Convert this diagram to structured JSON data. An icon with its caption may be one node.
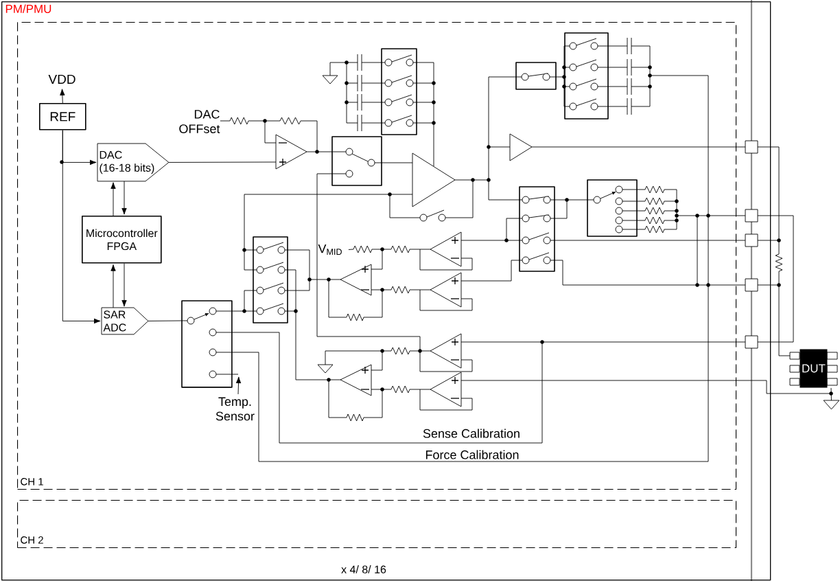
{
  "diagram": {
    "nodes": [
      {
        "text": [
          "PM/PMU"
        ]
      },
      {
        "text": [
          "CH 1"
        ],
        "in": 0
      },
      {
        "text": [
          "CH 2"
        ],
        "in": 0
      },
      {
        "text": [
          "VDD"
        ],
        "in": 1
      },
      {
        "text": [
          "REF"
        ],
        "in": 1
      },
      {
        "text": [
          "DAC",
          "(16-18 bits)"
        ],
        "in": 1
      },
      {
        "text": [
          "Microcontroller FPGA"
        ],
        "in": 1
      },
      {
        "text": [
          "SAR ADC"
        ],
        "in": 1
      },
      {
        "text": [
          "DAC OFFset"
        ],
        "in": 1
      },
      {
        "text": [
          "Temp. Sensor"
        ],
        "in": 1
      },
      {
        "text": [
          "V$_{MID}$"
        ],
        "in": 1
      },
      {
        "text": [
          "DUT"
        ]
      },
      {
        "text": [],
        "shape": "ground"
      },
      {
        "text": [],
        "shape": "box",
        "in": 1
      }
    ],
    "edges": [
      {
        "from": 4,
        "to": 3,
        "arrow": "to"
      },
      {
        "from": 4,
        "to": 5,
        "arrow": "to"
      },
      {
        "from": 4,
        "to": 7,
        "arrow": "to"
      },
      {
        "from": 5,
        "to": 6,
        "arrow": "to"
      },
      {
        "from": 6,
        "to": 5,
        "arrow": "to"
      },
      {
        "from": 6,
        "to": 7,
        "arrow": "to"
      },
      {
        "from": 7,
        "to": 6,
        "arrow": "to"
      },
      {
        "from": 9,
        "to": 13,
        "arrow": "to"
      },
      {
        "from": 8,
        "to": null,
        "arrow": "none"
      },
      {
        "from": 10,
        "to": null,
        "arrow": "none"
      },
      {
        "from": 5,
        "to": null,
        "arrow": "none"
      },
      {
        "from": 7,
        "to": 13,
        "arrow": "none"
      },
      {
        "from": 0,
        "to": 11,
        "arrow": "none"
      },
      {
        "from": 11,
        "to": 12,
        "arrow": "none"
      }
    ],
    "labels": [
      "Sense Calibration",
      "Force Calibration",
      "x 4/ 8/ 16"
    ]
  }
}
